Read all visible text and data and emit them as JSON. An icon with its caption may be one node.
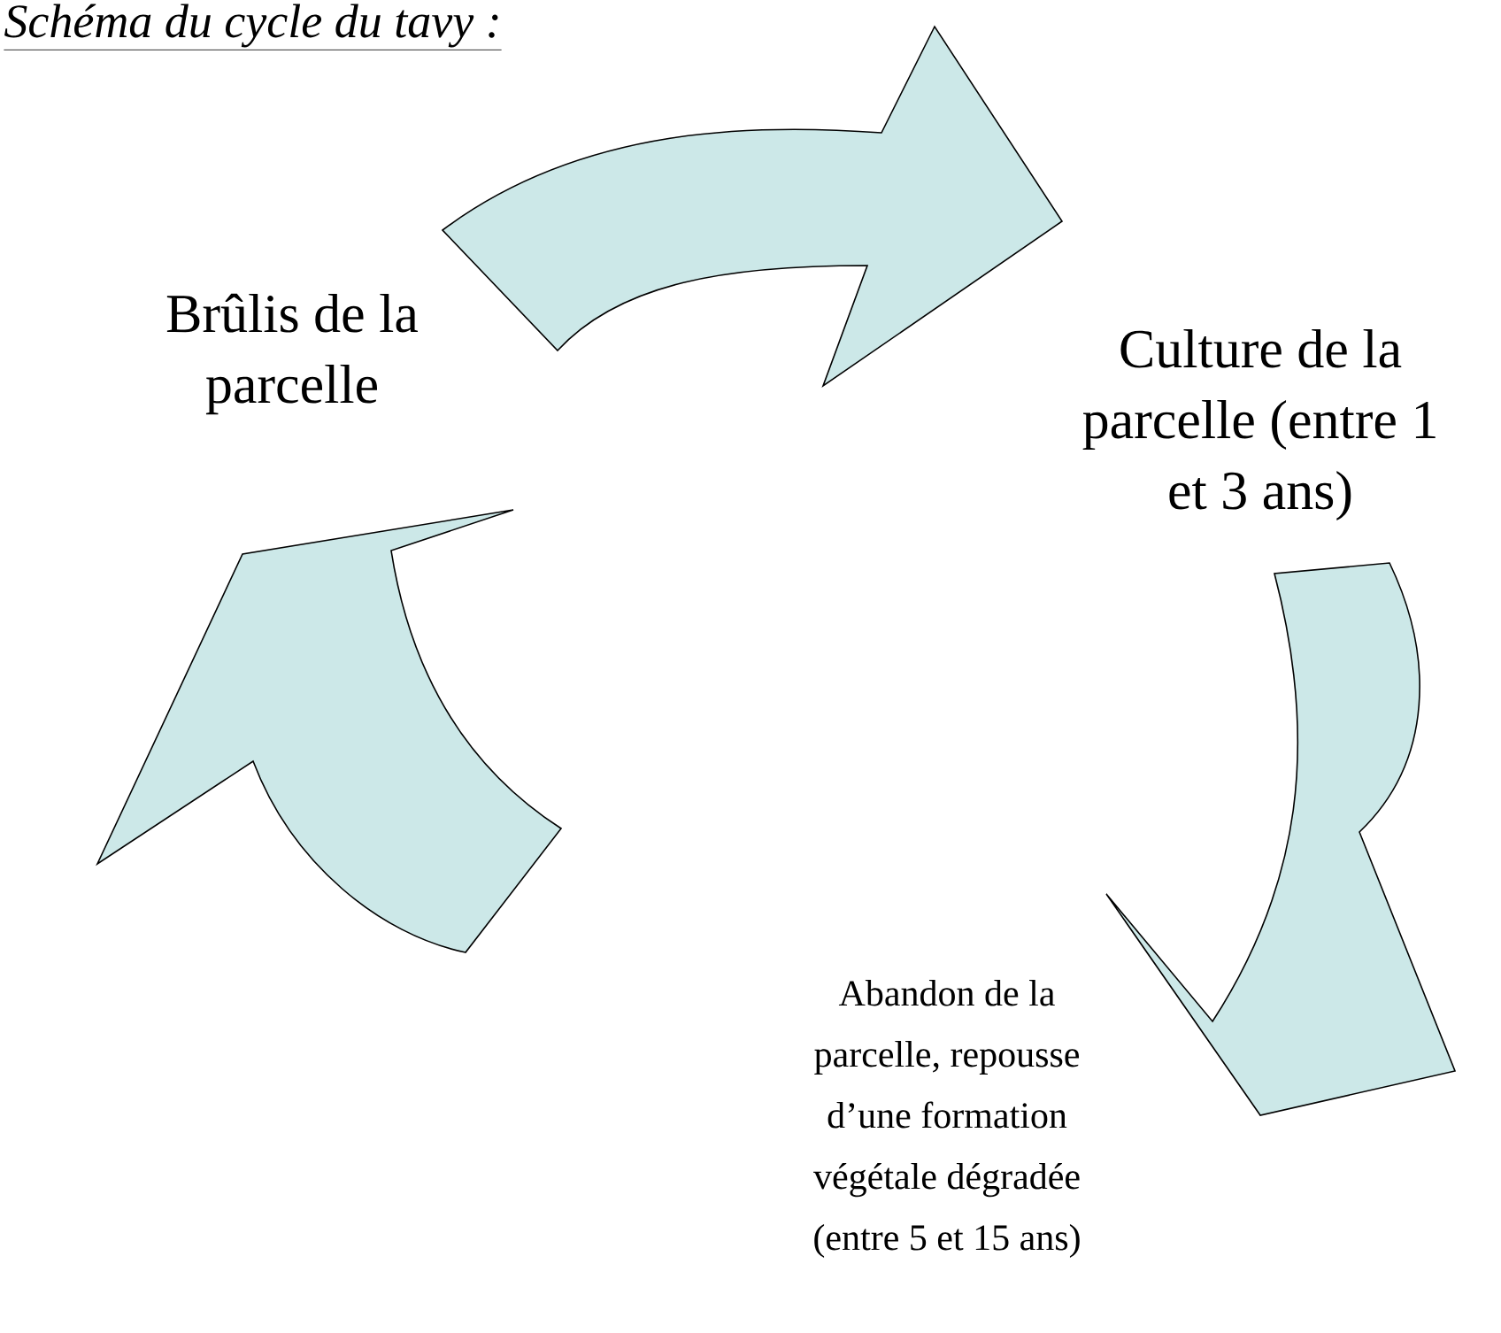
{
  "diagram": {
    "title": "Schéma du cycle du tavy :",
    "nodes": [
      {
        "text": [
          "Brûlis de la parcelle"
        ]
      },
      {
        "text": [
          "Culture de la parcelle (entre 1 et 3 ans)"
        ]
      },
      {
        "text": [
          "Abandon de la parcelle, repousse d’une formation végétale dégradée (entre 5 et 15 ans)"
        ]
      }
    ],
    "edges": [
      {
        "from": 0,
        "to": 1,
        "arrow": "to"
      },
      {
        "from": 1,
        "to": 2,
        "arrow": "to"
      },
      {
        "from": 2,
        "to": 0,
        "arrow": "to"
      }
    ]
  }
}
